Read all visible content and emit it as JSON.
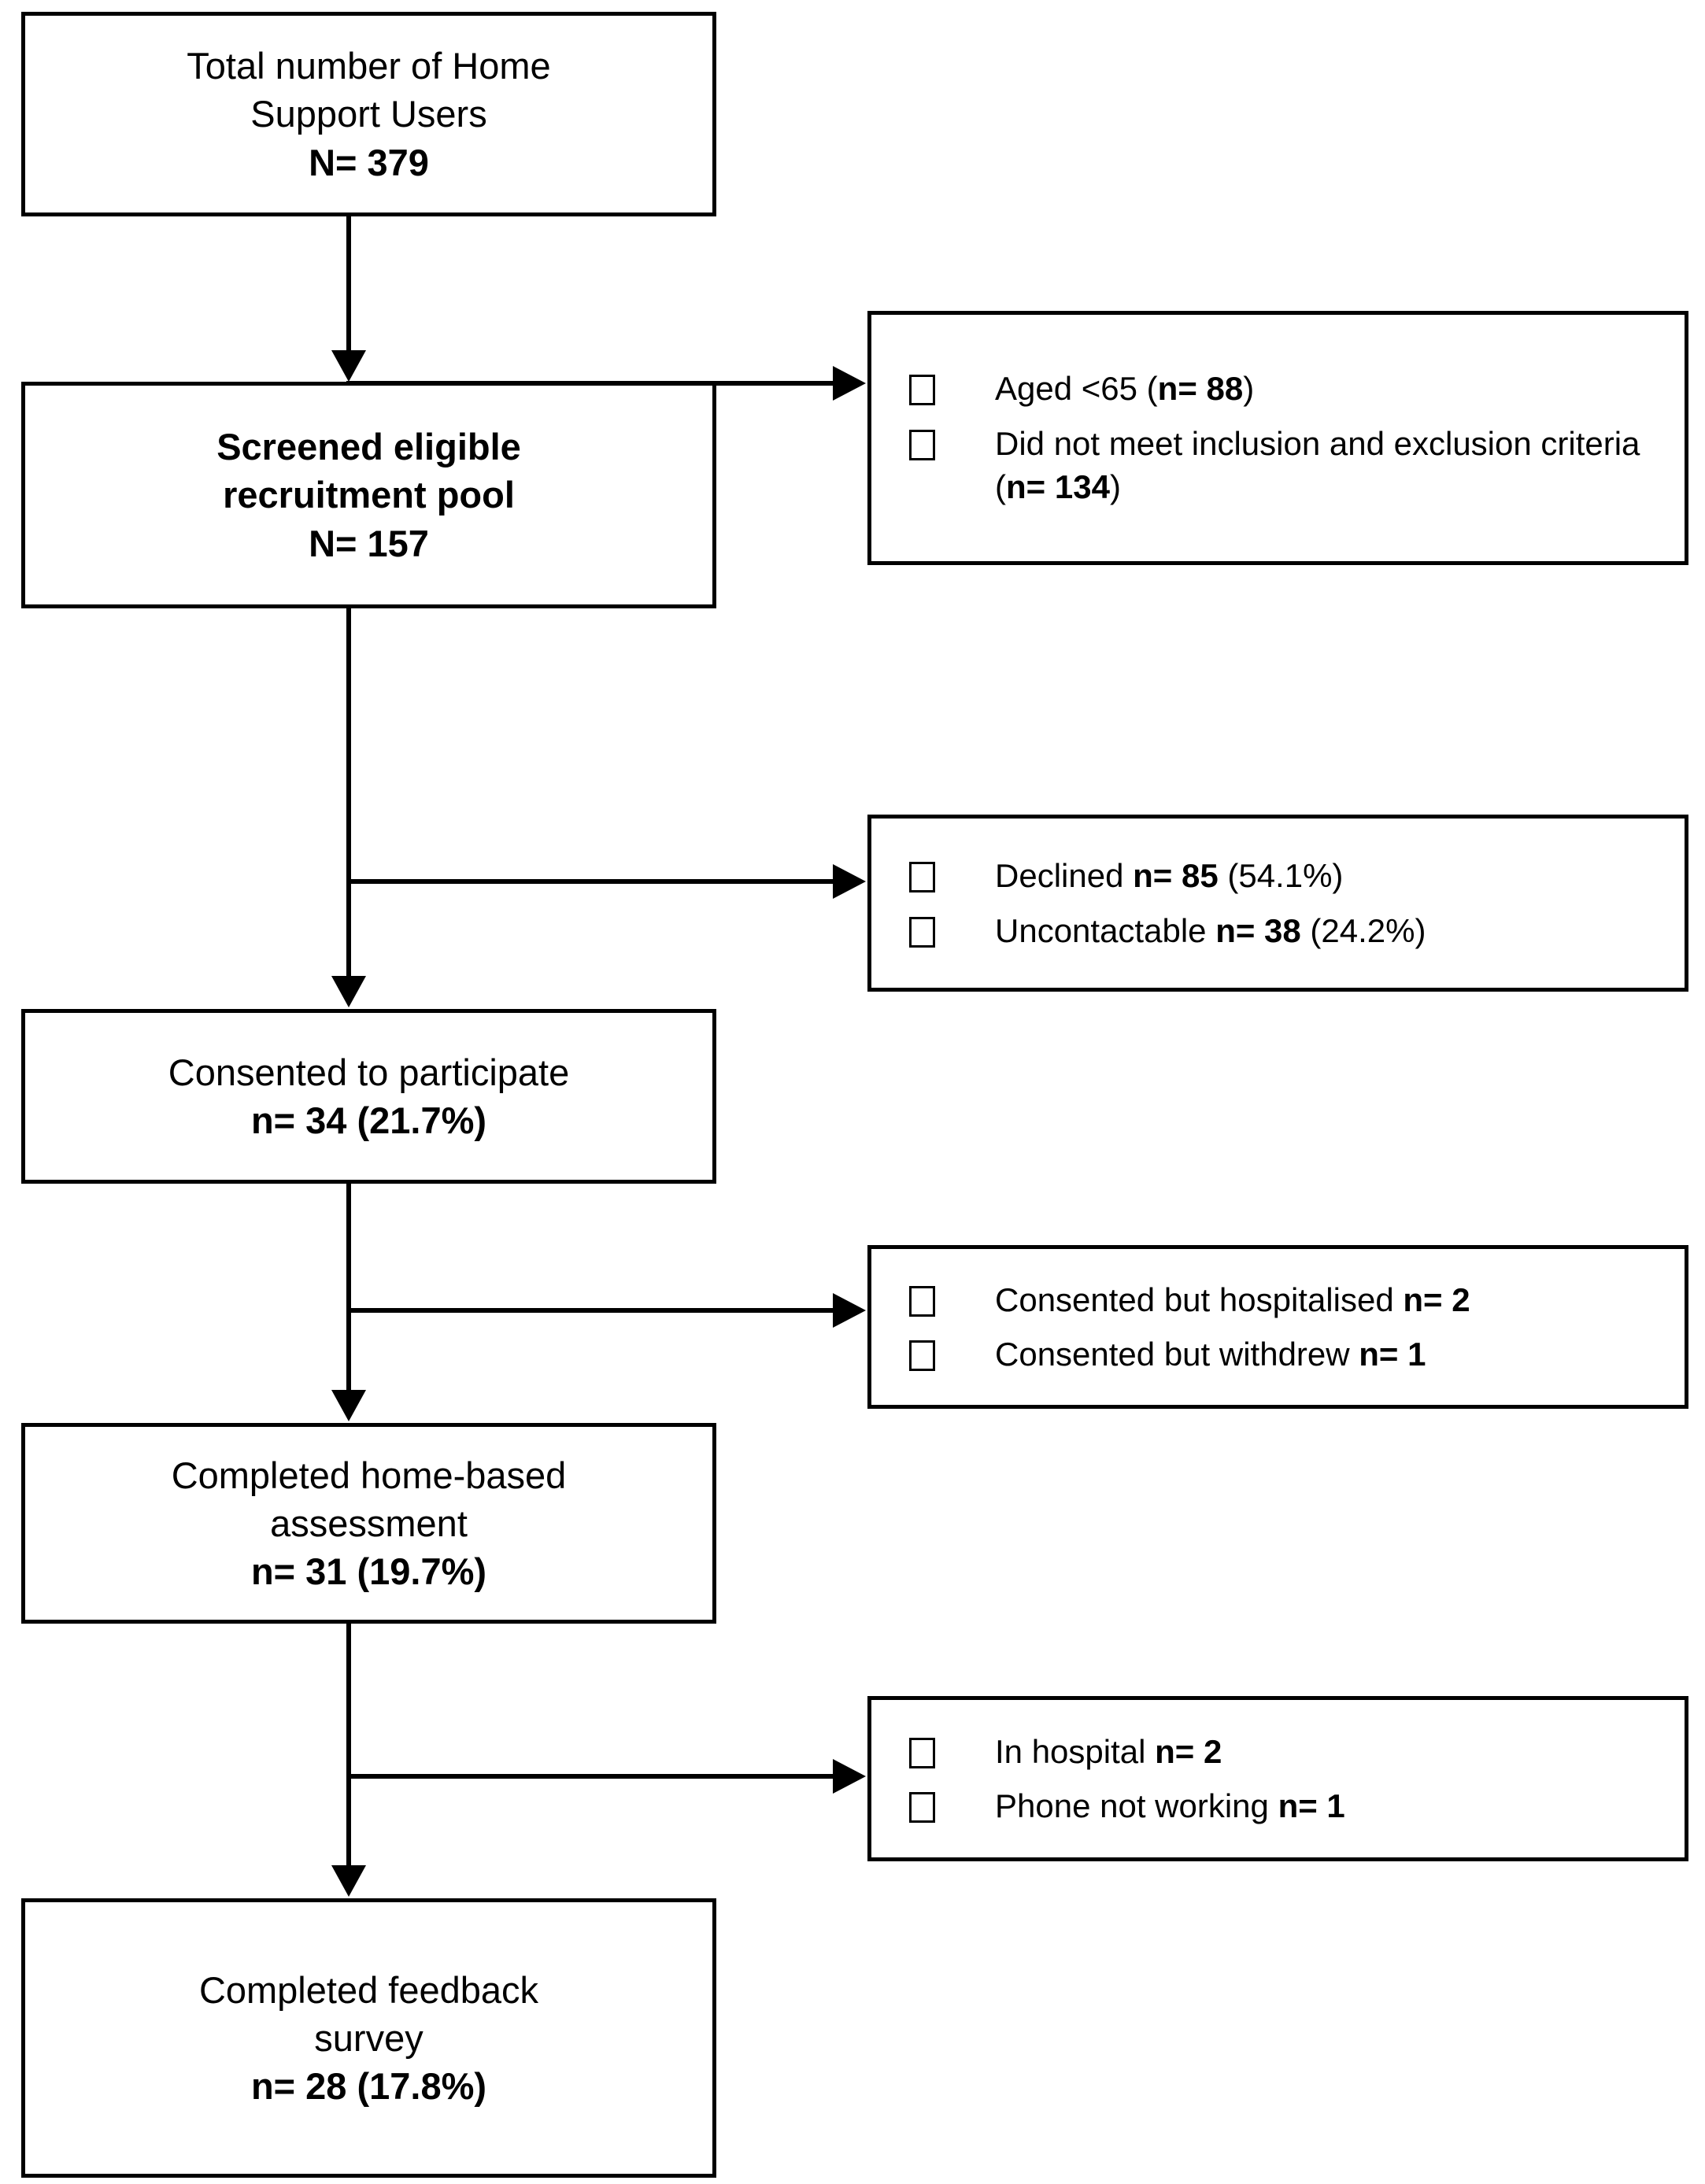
{
  "diagram": {
    "type": "participant-flow-diagram",
    "orientation": "vertical",
    "line_color": "#000000",
    "background_color": "#ffffff",
    "checkbox_icon": "empty-square-bullet",
    "nodes": [
      {
        "id": "total-home-support-users",
        "lines": [
          {
            "text": "Total number of Home",
            "bold": false
          },
          {
            "text": "Support Users",
            "bold": false
          },
          {
            "text": "N= 379",
            "bold": true
          }
        ]
      },
      {
        "id": "screened-eligible-pool",
        "lines": [
          {
            "text": "Screened eligible",
            "bold": true
          },
          {
            "text": "recruitment pool",
            "bold": true
          },
          {
            "text": "N= 157",
            "bold": true
          }
        ]
      },
      {
        "id": "consented-to-participate",
        "lines": [
          {
            "text": "Consented to participate",
            "bold": false
          },
          {
            "text": "n= 34 (21.7%)",
            "bold": true
          }
        ]
      },
      {
        "id": "completed-home-based-assessment",
        "lines": [
          {
            "text": "Completed home-based",
            "bold": false
          },
          {
            "text": "assessment",
            "bold": false
          },
          {
            "text": "n= 31 (19.7%)",
            "bold": true
          }
        ]
      },
      {
        "id": "completed-feedback-survey",
        "lines": [
          {
            "text": "Completed feedback",
            "bold": false
          },
          {
            "text": "survey",
            "bold": false
          },
          {
            "text": "n= 28 (17.8%)",
            "bold": true
          }
        ]
      }
    ],
    "exclusions": [
      {
        "id": "exclusion-screening",
        "items": [
          {
            "prefix": "Aged <65 (",
            "strong": "n= 88",
            "suffix": ")"
          },
          {
            "prefix": "Did not meet inclusion and exclusion criteria (",
            "strong": "n= 134",
            "suffix": ")"
          }
        ]
      },
      {
        "id": "exclusion-recruitment",
        "items": [
          {
            "prefix": "Declined ",
            "strong": "n= 85",
            "suffix": " (54.1%)"
          },
          {
            "prefix": "Uncontactable ",
            "strong": "n= 38",
            "suffix": " (24.2%)"
          }
        ]
      },
      {
        "id": "exclusion-post-consent",
        "items": [
          {
            "prefix": "Consented but hospitalised ",
            "strong": "n= 2",
            "suffix": ""
          },
          {
            "prefix": "Consented but withdrew ",
            "strong": "n= 1",
            "suffix": ""
          }
        ]
      },
      {
        "id": "exclusion-pre-survey",
        "items": [
          {
            "prefix": "In hospital ",
            "strong": "n= 2",
            "suffix": ""
          },
          {
            "prefix": "Phone not working ",
            "strong": "n= 1",
            "suffix": ""
          }
        ]
      }
    ]
  }
}
